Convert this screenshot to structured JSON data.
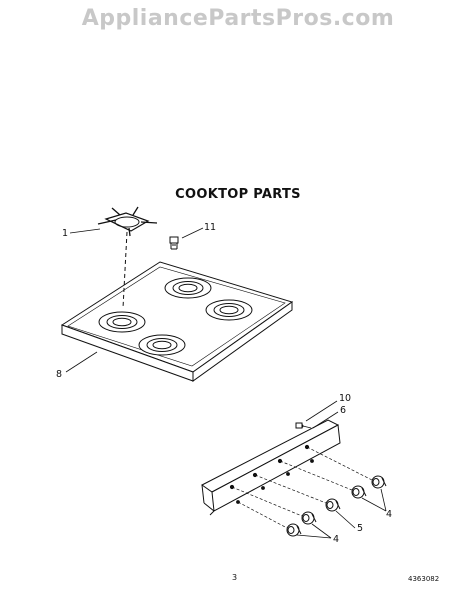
{
  "watermark": "AppliancePartsPros.com",
  "title": "COOKTOP PARTS",
  "callouts": {
    "c1": "1",
    "c11": "11",
    "c8": "8",
    "c10": "10",
    "c6": "6",
    "c4a": "4",
    "c5": "5",
    "c4b": "4"
  },
  "page_number": "3",
  "document_number": "4363082"
}
